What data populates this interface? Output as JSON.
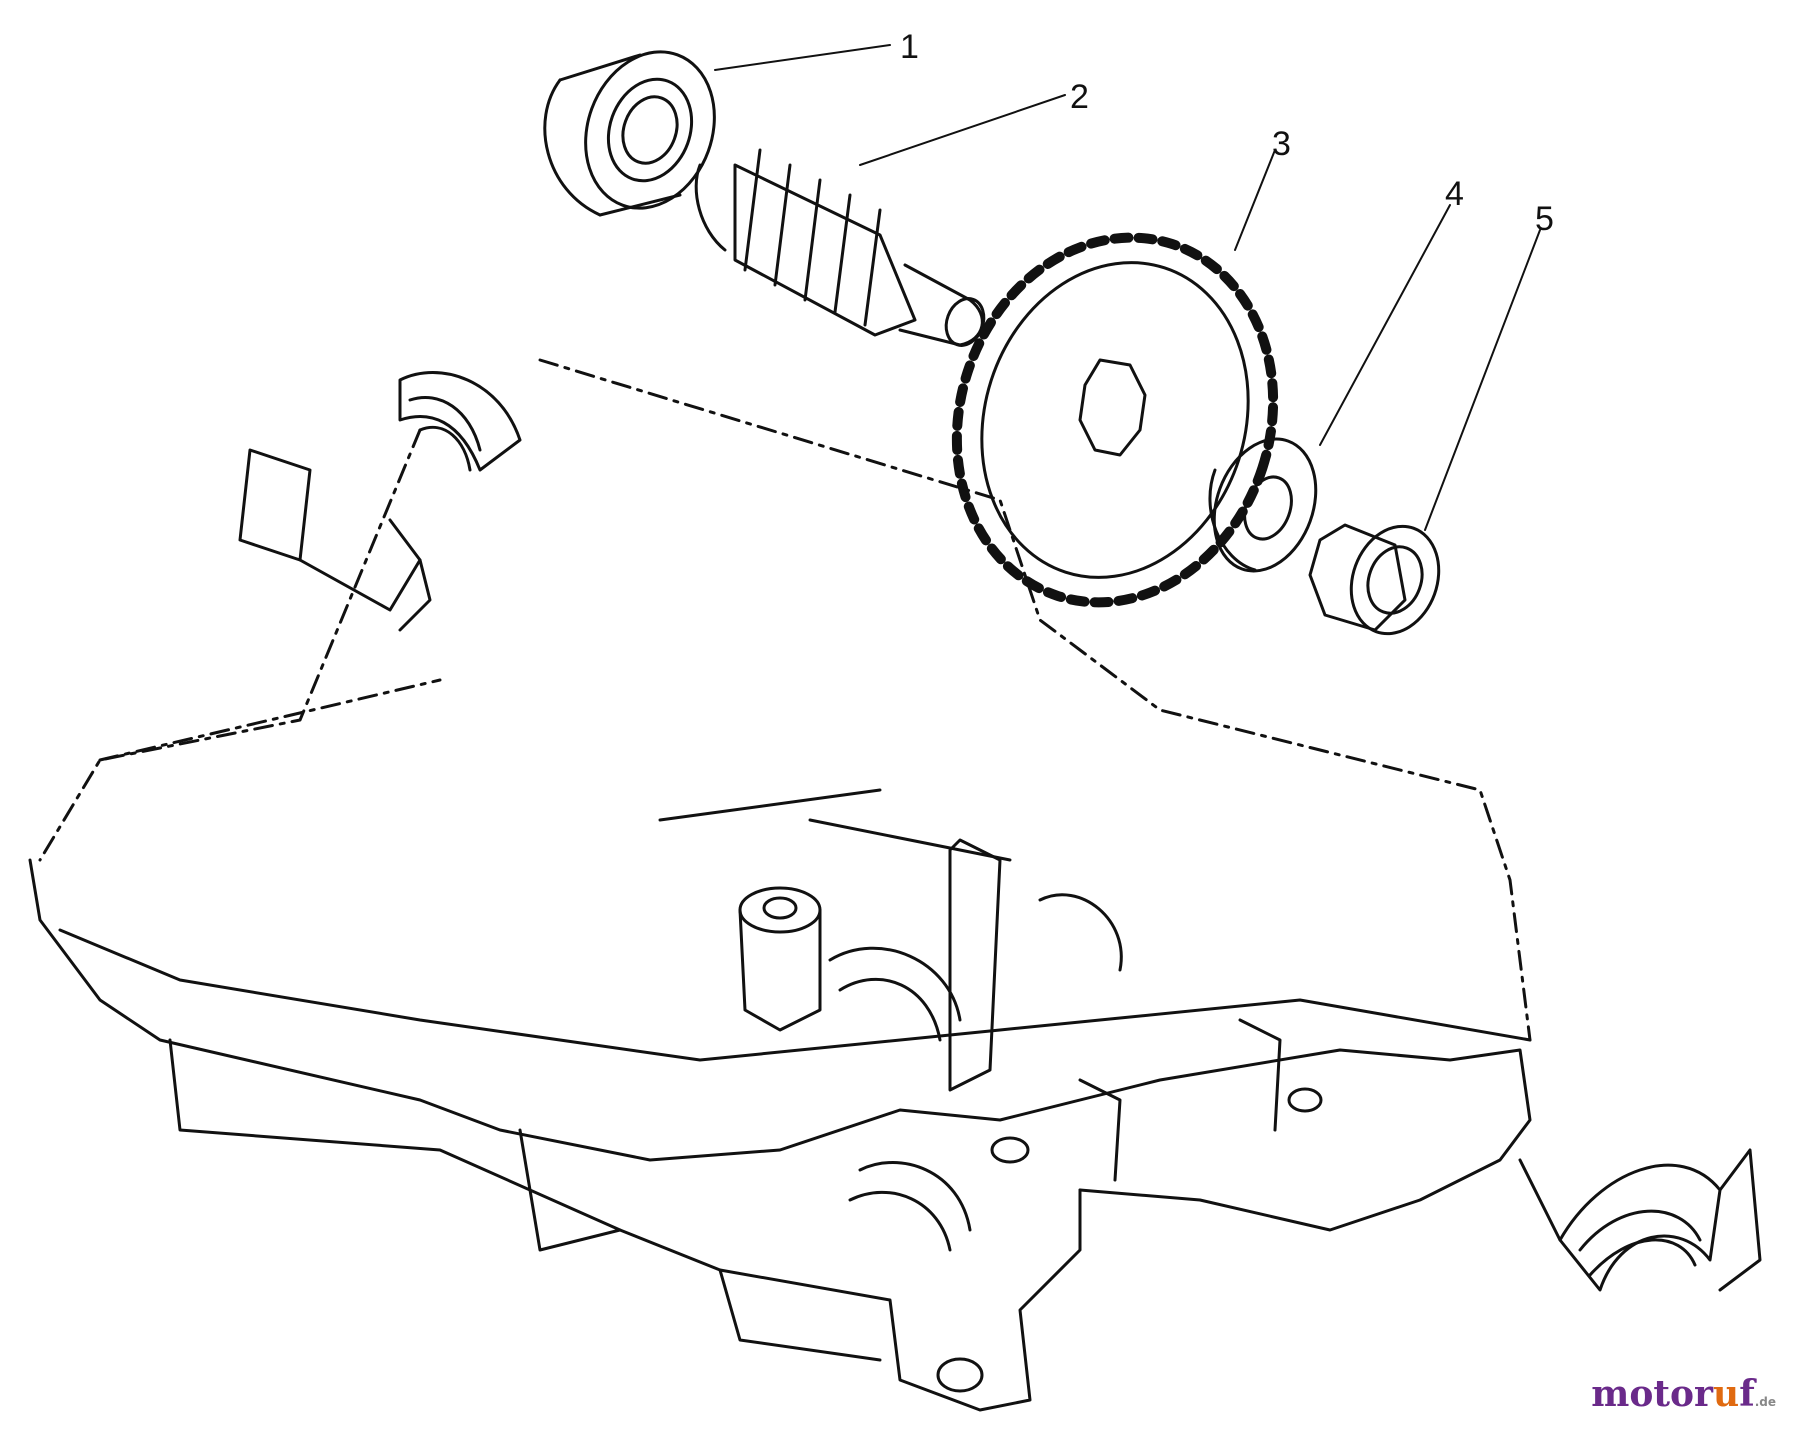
{
  "callouts": [
    {
      "label": "1"
    },
    {
      "label": "2"
    },
    {
      "label": "3"
    },
    {
      "label": "4"
    },
    {
      "label": "5"
    }
  ],
  "watermark": {
    "main_a": "motor",
    "main_b": "u",
    "main_c": "f",
    "tld": ".de"
  },
  "colors": {
    "line": "#111111",
    "background": "#ffffff",
    "watermark_primary": "#6a2a8a",
    "watermark_accent": "#e06a10"
  }
}
